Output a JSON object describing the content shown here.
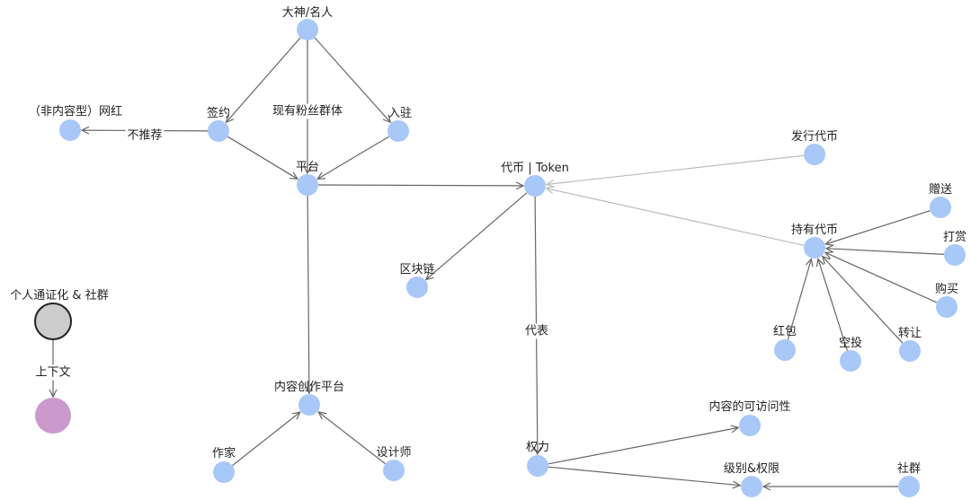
{
  "nodes": [
    {
      "id": "dashen",
      "label": "大神/名人"
    },
    {
      "id": "wanghong",
      "label": "（非内容型）网红"
    },
    {
      "id": "qianyue",
      "label": "签约"
    },
    {
      "id": "ruzhu",
      "label": "入驻"
    },
    {
      "id": "pingtai",
      "label": "平台"
    },
    {
      "id": "daibi",
      "label": "代币 | Token"
    },
    {
      "id": "faxing",
      "label": "发行代币"
    },
    {
      "id": "zengsong",
      "label": "赠送"
    },
    {
      "id": "chiyou",
      "label": "持有代币"
    },
    {
      "id": "dashang",
      "label": "打赏"
    },
    {
      "id": "qukuailian",
      "label": "区块链"
    },
    {
      "id": "goumai",
      "label": "购买"
    },
    {
      "id": "hongbao",
      "label": "红包"
    },
    {
      "id": "zhuanrang",
      "label": "转让"
    },
    {
      "id": "kongtou",
      "label": "空投"
    },
    {
      "id": "legend_top",
      "label": "个人通证化 & 社群"
    },
    {
      "id": "legend_bottom",
      "label": ""
    },
    {
      "id": "chuangzuo",
      "label": "内容创作平台"
    },
    {
      "id": "kefangwen",
      "label": "内容的可访问性"
    },
    {
      "id": "zuojia",
      "label": "作家"
    },
    {
      "id": "shejishi",
      "label": "设计师"
    },
    {
      "id": "quanli",
      "label": "权力"
    },
    {
      "id": "jibie",
      "label": "级别&权限"
    },
    {
      "id": "shequn",
      "label": "社群"
    }
  ],
  "edges": [
    {
      "from": "dashen",
      "to": "qianyue",
      "label": ""
    },
    {
      "from": "dashen",
      "to": "ruzhu",
      "label": ""
    },
    {
      "from": "dashen",
      "to": "pingtai",
      "label": "现有粉丝群体"
    },
    {
      "from": "qianyue",
      "to": "wanghong",
      "label": "不推荐"
    },
    {
      "from": "qianyue",
      "to": "pingtai",
      "label": ""
    },
    {
      "from": "ruzhu",
      "to": "pingtai",
      "label": ""
    },
    {
      "from": "pingtai",
      "to": "daibi",
      "label": ""
    },
    {
      "from": "pingtai",
      "to": "chuangzuo",
      "label": ""
    },
    {
      "from": "faxing",
      "to": "daibi",
      "label": ""
    },
    {
      "from": "chiyou",
      "to": "daibi",
      "label": ""
    },
    {
      "from": "daibi",
      "to": "qukuailian",
      "label": ""
    },
    {
      "from": "daibi",
      "to": "quanli",
      "label": "代表"
    },
    {
      "from": "zengsong",
      "to": "chiyou",
      "label": ""
    },
    {
      "from": "dashang",
      "to": "chiyou",
      "label": ""
    },
    {
      "from": "goumai",
      "to": "chiyou",
      "label": ""
    },
    {
      "from": "zhuanrang",
      "to": "chiyou",
      "label": ""
    },
    {
      "from": "kongtou",
      "to": "chiyou",
      "label": ""
    },
    {
      "from": "hongbao",
      "to": "chiyou",
      "label": ""
    },
    {
      "from": "zuojia",
      "to": "chuangzuo",
      "label": ""
    },
    {
      "from": "shejishi",
      "to": "chuangzuo",
      "label": ""
    },
    {
      "from": "quanli",
      "to": "kefangwen",
      "label": ""
    },
    {
      "from": "quanli",
      "to": "jibie",
      "label": ""
    },
    {
      "from": "shequn",
      "to": "jibie",
      "label": ""
    },
    {
      "from": "legend_top",
      "to": "legend_bottom",
      "label": "上下文"
    }
  ]
}
